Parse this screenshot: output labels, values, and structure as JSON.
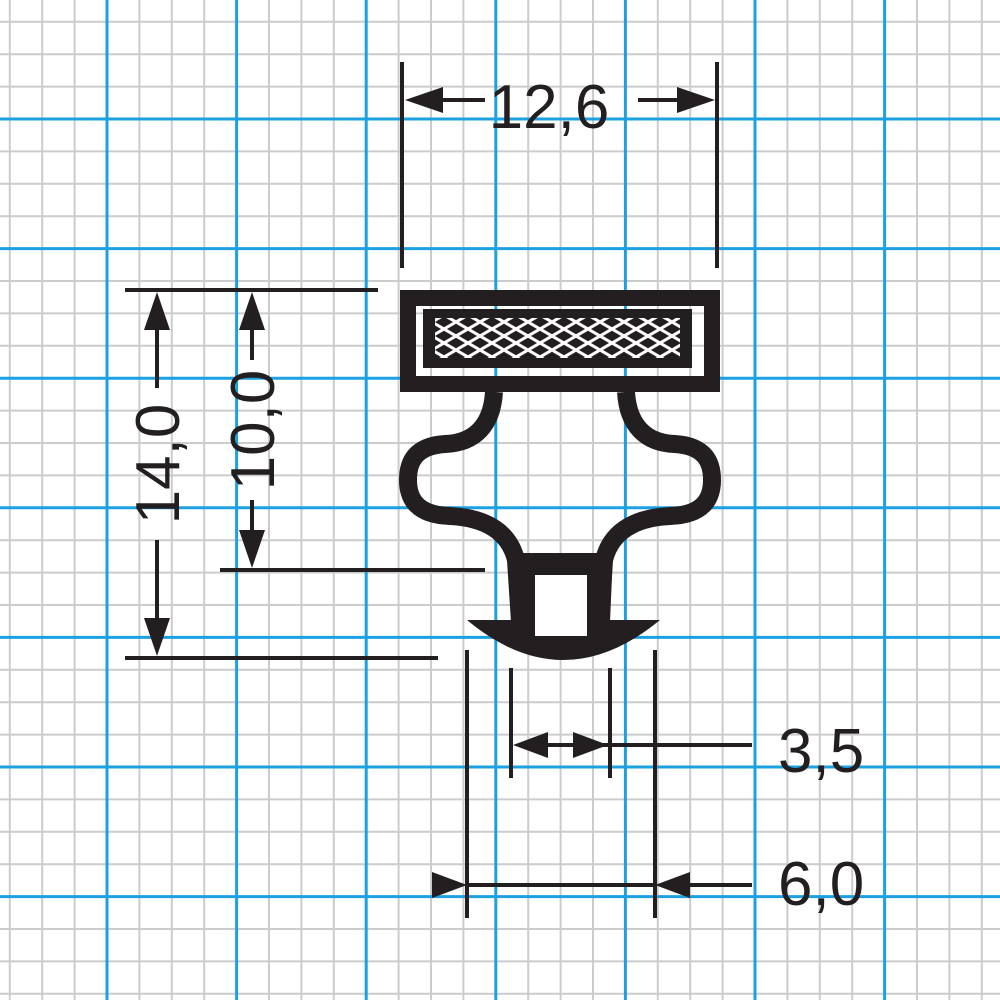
{
  "drawing": {
    "title": "Gasket profile cross-section",
    "colors": {
      "ink": "#231f20",
      "major_grid": "#1ba1e2",
      "minor_grid": "#cccccc",
      "background": "#ffffff"
    },
    "dimensions": {
      "width_top": "12,6",
      "height_total": "14,0",
      "height_upper": "10,0",
      "inner_gap": "3,5",
      "base_width": "6,0"
    }
  }
}
